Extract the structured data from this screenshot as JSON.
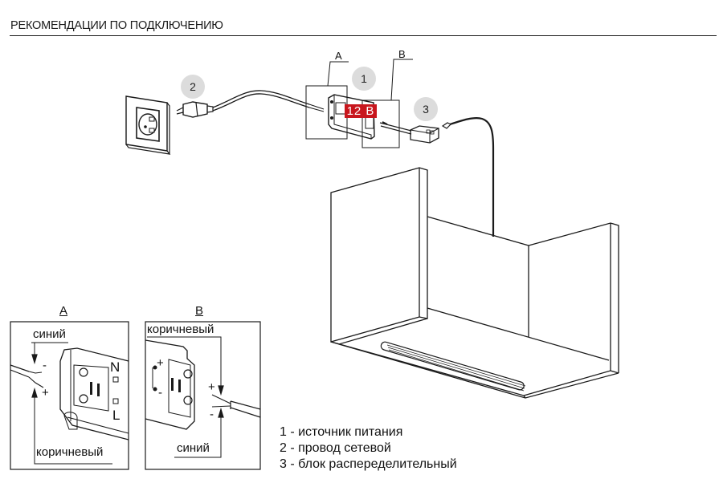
{
  "header": {
    "title": "РЕКОМЕНДАЦИИ ПО ПОДКЛЮЧЕНИЮ"
  },
  "callouts": {
    "detail_a": "A",
    "detail_b": "B",
    "badge_1": "1",
    "badge_2": "2",
    "badge_3": "3",
    "voltage_label": "12 В"
  },
  "panel_a": {
    "letter": "A",
    "wire_top": "синий",
    "wire_bottom": "коричневый",
    "minus": "-",
    "plus": "+",
    "terminal_n": "N",
    "terminal_l": "L"
  },
  "panel_b": {
    "letter": "B",
    "wire_top": "коричневый",
    "wire_bottom": "синий",
    "plus_left": "+",
    "minus_left": "-",
    "plus_wire": "+",
    "minus_wire": "-"
  },
  "legend": {
    "items": [
      "1 - источник питания",
      "2 - провод сетевой",
      "3 - блок распеределительный"
    ]
  },
  "colors": {
    "accent_red": "#c8161d",
    "badge_gray": "#dcdcdc",
    "line": "#1a1a1a"
  }
}
